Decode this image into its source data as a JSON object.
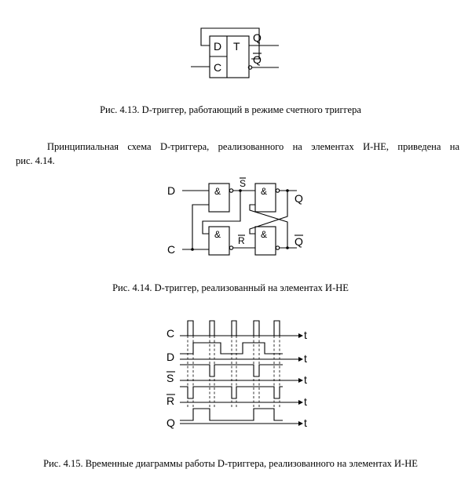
{
  "fig413": {
    "label_d": "D",
    "label_t": "T",
    "label_c": "C",
    "label_q": "Q",
    "label_qbar": "Q",
    "caption": "Рис. 4.13. D-триггер, работающий в режиме счетного триггера"
  },
  "paragraph": {
    "line1": "Принципиальная схема D-триггера, реализованного на элементах И-НЕ, приведена на",
    "line2": "рис. 4.14."
  },
  "fig414": {
    "label_d": "D",
    "label_c": "C",
    "label_s": "S",
    "label_r": "R",
    "label_q": "Q",
    "label_qbar": "Q",
    "gate": "&",
    "caption": "Рис. 4.14. D-триггер, реализованный на элементах И-НЕ"
  },
  "fig415": {
    "signals": [
      "C",
      "D",
      "S",
      "R",
      "Q"
    ],
    "axis": "t",
    "caption": "Рис. 4.15. Временные диаграммы работы D-триггера, реализованного на элементах И-НЕ"
  }
}
